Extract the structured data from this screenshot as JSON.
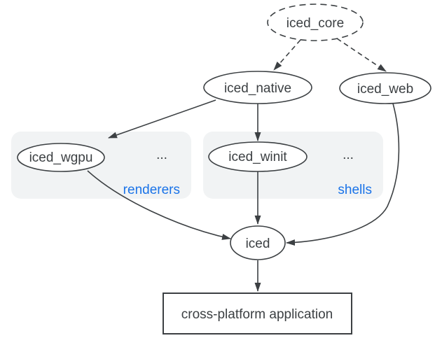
{
  "diagram": {
    "type": "dependency-graph",
    "background_color": "#ffffff",
    "colors": {
      "node_stroke": "#3c4043",
      "node_text": "#3c4043",
      "edge": "#3c4043",
      "group_fill": "#f1f3f4",
      "group_label": "#1a73e8"
    },
    "nodes": [
      {
        "id": "iced_core",
        "label": "iced_core",
        "shape": "ellipse",
        "style": "dashed"
      },
      {
        "id": "iced_native",
        "label": "iced_native",
        "shape": "ellipse",
        "style": "solid"
      },
      {
        "id": "iced_web",
        "label": "iced_web",
        "shape": "ellipse",
        "style": "solid"
      },
      {
        "id": "iced_wgpu",
        "label": "iced_wgpu",
        "shape": "ellipse",
        "style": "solid"
      },
      {
        "id": "iced_winit",
        "label": "iced_winit",
        "shape": "ellipse",
        "style": "solid"
      },
      {
        "id": "iced",
        "label": "iced",
        "shape": "ellipse",
        "style": "solid"
      },
      {
        "id": "cross_platform_application",
        "label": "cross-platform application",
        "shape": "rectangle",
        "style": "solid"
      }
    ],
    "groups": [
      {
        "id": "renderers",
        "label": "renderers",
        "ellipsis": "...",
        "contains": [
          "iced_wgpu"
        ]
      },
      {
        "id": "shells",
        "label": "shells",
        "ellipsis": "...",
        "contains": [
          "iced_winit"
        ]
      }
    ],
    "edges": [
      {
        "from": "iced_core",
        "to": "iced_native",
        "style": "dashed"
      },
      {
        "from": "iced_core",
        "to": "iced_web",
        "style": "dashed"
      },
      {
        "from": "iced_native",
        "to": "iced_wgpu",
        "style": "solid"
      },
      {
        "from": "iced_native",
        "to": "iced_winit",
        "style": "solid"
      },
      {
        "from": "iced_wgpu",
        "to": "iced",
        "style": "solid"
      },
      {
        "from": "iced_winit",
        "to": "iced",
        "style": "solid"
      },
      {
        "from": "iced_web",
        "to": "iced",
        "style": "solid"
      },
      {
        "from": "iced",
        "to": "cross_platform_application",
        "style": "solid"
      }
    ]
  }
}
